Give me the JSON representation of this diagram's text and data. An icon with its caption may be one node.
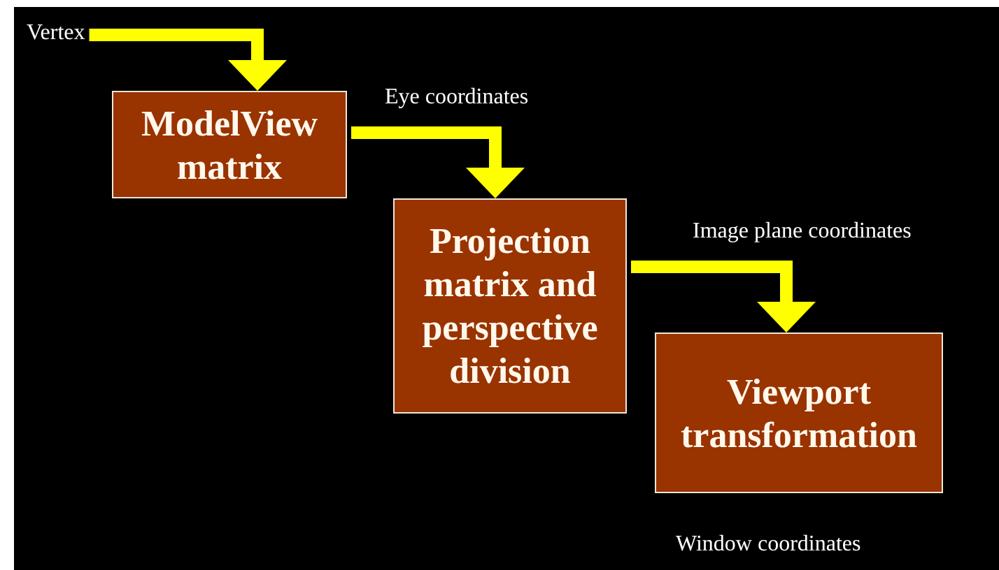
{
  "diagram": {
    "nodes": [
      {
        "text": [
          "Vertex"
        ]
      },
      {
        "text": [
          "ModelView matrix"
        ]
      },
      {
        "text": [
          "Projection matrix and perspective division"
        ]
      },
      {
        "text": [
          "Viewport transformation"
        ]
      }
    ],
    "edges": [
      {
        "from": 0,
        "to": 1,
        "arrow": "to"
      },
      {
        "from": 1,
        "to": 2,
        "arrow": "to",
        "label": "Eye coordinates"
      },
      {
        "from": 2,
        "to": 3,
        "arrow": "to",
        "label": "Image plane coordinates"
      }
    ],
    "labels": [
      "Window coordinates"
    ]
  }
}
